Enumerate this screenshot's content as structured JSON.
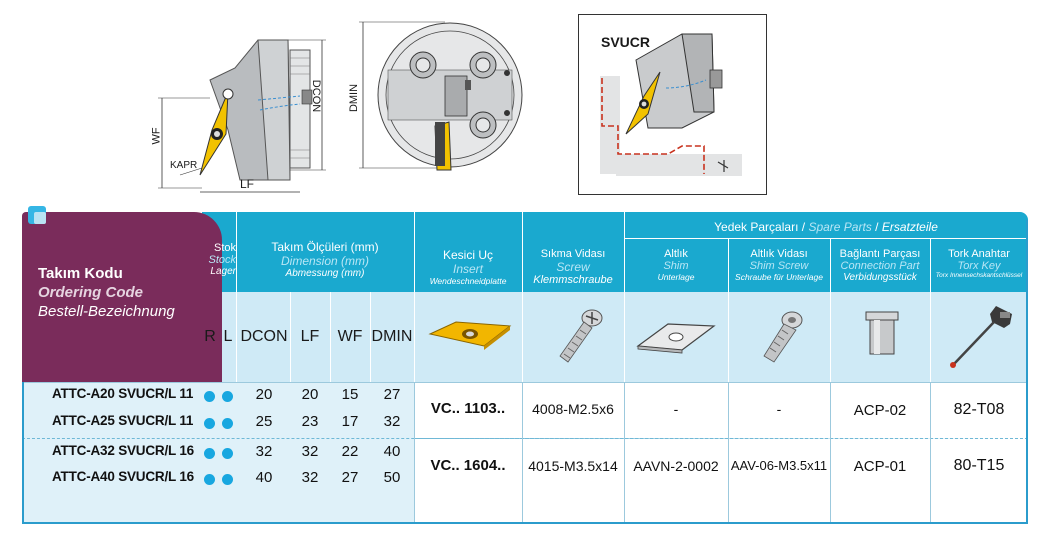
{
  "drawings": {
    "dim_wf": "WF",
    "dim_kapr": "KAPR",
    "dim_lf": "LF",
    "dim_dcon": "DCON",
    "dim_dmin": "DMIN",
    "label_svucr": "SVUCR"
  },
  "table": {
    "ordering": {
      "line1": "Takım Kodu",
      "line2": "Ordering Code",
      "line3": "Bestell-Bezeichnung"
    },
    "stock": {
      "tr": "Stok",
      "en": "Stock",
      "de": "Lager"
    },
    "dimension": {
      "tr": "Takım Ölçüleri (mm)",
      "en": "Dimension (mm)",
      "de": "Abmessung (mm)"
    },
    "insert": {
      "tr": "Kesici Uç",
      "en": "Insert",
      "de": "Wendeschneidplatte"
    },
    "screw": {
      "tr": "Sıkma Vidası",
      "en": "Screw",
      "de": "Klemmschraube"
    },
    "spare": {
      "tr": "Yedek Parçaları",
      "en": "Spare Parts",
      "de": "Ersatzteile",
      "sep": "/"
    },
    "shim": {
      "tr": "Altlık",
      "en": "Shim",
      "de": "Unterlage"
    },
    "shim_screw": {
      "tr": "Altlık Vidası",
      "en": "Shim Screw",
      "de": "Schraube für Unterlage"
    },
    "connection": {
      "tr": "Bağlantı Parçası",
      "en": "Connection Part",
      "de": "Verbidungsstück"
    },
    "torx": {
      "tr": "Tork Anahtar",
      "en": "Torx Key",
      "de": "Torx Innensechskantschlüssel"
    },
    "cols": {
      "r": "R",
      "l": "L",
      "dcon": "DCON",
      "lf": "LF",
      "wf": "WF",
      "dmin": "DMIN"
    },
    "rows": [
      {
        "code": "ATTC-A20 SVUCR/L 11",
        "dcon": "20",
        "lf": "20",
        "wf": "15",
        "dmin": "27"
      },
      {
        "code": "ATTC-A25 SVUCR/L 11",
        "dcon": "25",
        "lf": "23",
        "wf": "17",
        "dmin": "32"
      },
      {
        "code": "ATTC-A32 SVUCR/L 16",
        "dcon": "32",
        "lf": "32",
        "wf": "22",
        "dmin": "40"
      },
      {
        "code": "ATTC-A40 SVUCR/L 16",
        "dcon": "40",
        "lf": "32",
        "wf": "27",
        "dmin": "50"
      }
    ],
    "groups": [
      {
        "insert": "VC.. 1103..",
        "screw": "4008-M2.5x6",
        "shim": "-",
        "shim_screw": "-",
        "connection": "ACP-02",
        "torx": "82-T08"
      },
      {
        "insert": "VC.. 1604..",
        "screw": "4015-M3.5x14",
        "shim": "AAVN-2-0002",
        "shim_screw": "AAV-06-M3.5x11",
        "connection": "ACP-01",
        "torx": "80-T15"
      }
    ],
    "colors": {
      "purple": "#7a2c5b",
      "teal": "#1aa9cf",
      "light": "#cfeaf6",
      "dot": "#18a7e0"
    }
  }
}
